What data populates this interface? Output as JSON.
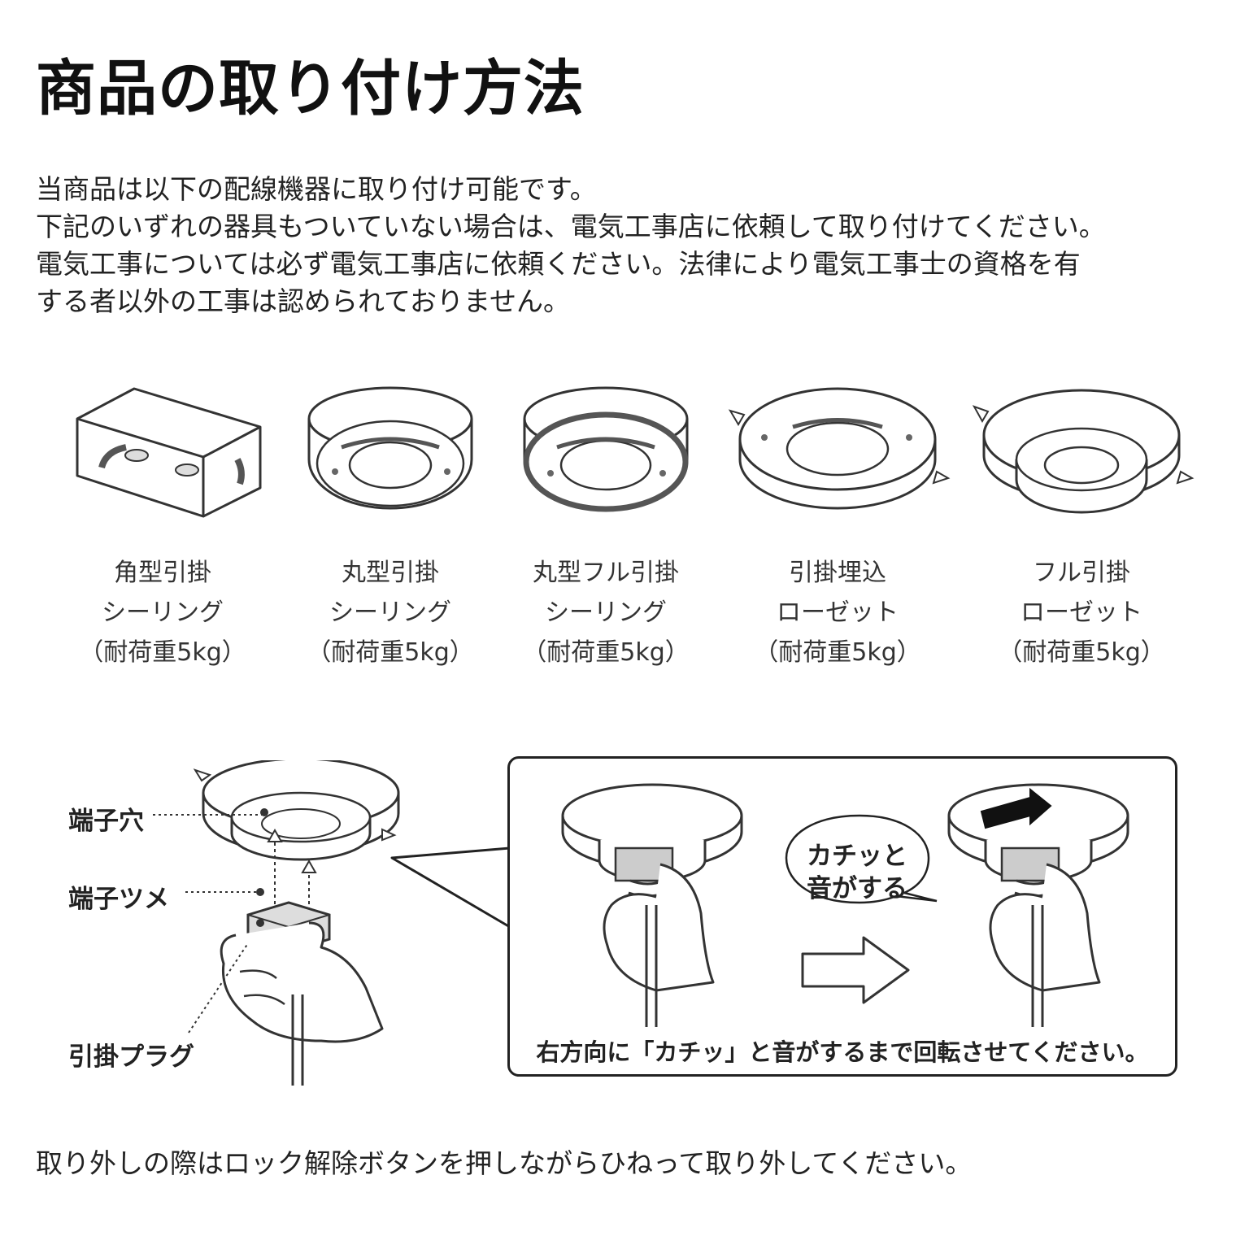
{
  "title": "商品の取り付け方法",
  "intro": {
    "lines": [
      "当商品は以下の配線機器に取り付け可能です。",
      "下記のいずれの器具もついていない場合は、電気工事店に依頼して取り付けてください。",
      "電気工事については必ず電気工事店に依頼ください。法律により電気工事士の資格を有",
      "する者以外の工事は認められておりません。"
    ]
  },
  "fixtures": [
    {
      "line1": "角型引掛",
      "line2": "シーリング",
      "line3": "（耐荷重5kg）",
      "icon": "square-ceiling-hook-icon"
    },
    {
      "line1": "丸型引掛",
      "line2": "シーリング",
      "line3": "（耐荷重5kg）",
      "icon": "round-ceiling-hook-icon"
    },
    {
      "line1": "丸型フル引掛",
      "line2": "シーリング",
      "line3": "（耐荷重5kg）",
      "icon": "round-full-ceiling-hook-icon"
    },
    {
      "line1": "引掛埋込",
      "line2": "ローゼット",
      "line3": "（耐荷重5kg）",
      "icon": "flush-rosette-icon"
    },
    {
      "line1": "フル引掛",
      "line2": "ローゼット",
      "line3": "（耐荷重5kg）",
      "icon": "full-hook-rosette-icon"
    }
  ],
  "diagram": {
    "terminal_hole": "端子穴",
    "terminal_claw": "端子ツメ",
    "hook_plug": "引掛プラグ",
    "click_sound_line1": "カチッと",
    "click_sound_line2": "音がする",
    "instruction": "右方向に「カチッ」と音がするまで回転させてください。"
  },
  "footer": "取り外しの際はロック解除ボタンを押しながらひねって取り外してください。"
}
